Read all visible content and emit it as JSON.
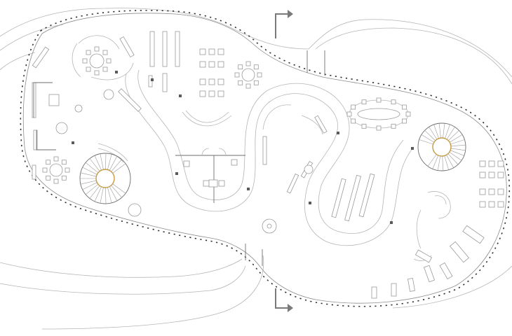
{
  "diagram": {
    "kind": "architectural floor plan",
    "labels": [],
    "colors": {
      "wall": "#333333",
      "outline": "#b5b5b5",
      "furniture": "#9a9a9a",
      "column": "#5a5a5a",
      "stair_core": "#c89b3c",
      "arrow": "#7a7a7a"
    },
    "elements": {
      "spiral_stairs": 2,
      "round_tables": 3,
      "oval_tables": 1,
      "entry_arrows": 2
    }
  }
}
